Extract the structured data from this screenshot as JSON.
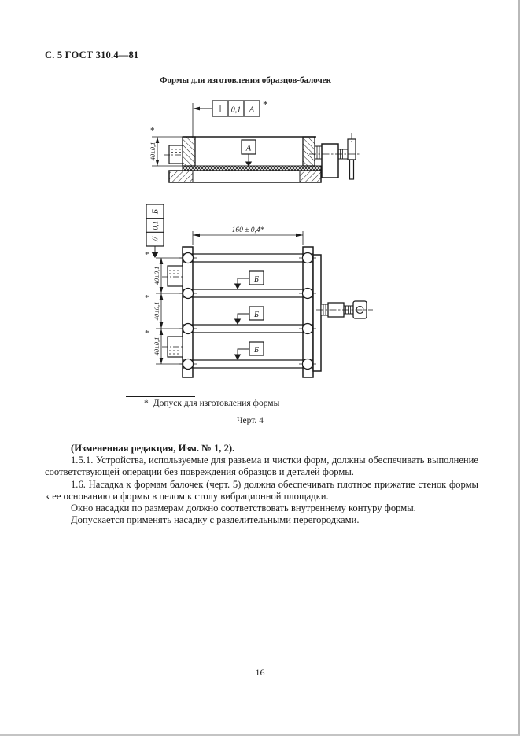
{
  "page": {
    "header": "С. 5 ГОСТ 310.4—81",
    "title": "Формы для изготовления образцов-балочек",
    "page_number": "16",
    "ink_color": "#1b1b1b",
    "paper_color": "#ffffff"
  },
  "figure": {
    "caption": "Черт. 4",
    "footnote_marker": "*",
    "footnote_text": "Допуск для изготовления формы",
    "star": "*",
    "side_view": {
      "tolerance_symbol": "⊥",
      "tolerance_value": "0,1",
      "tolerance_datum": "А",
      "height_dim": "40±0,1",
      "datum_label": "А"
    },
    "top_view": {
      "tolerance_symbol": "//",
      "tolerance_value": "0,1",
      "tolerance_datum": "Б",
      "length_dim": "160 ± 0,4*",
      "height_dim": "40±0,1",
      "datum_label": "Б"
    }
  },
  "body": {
    "amendment": "(Измененная редакция, Изм. № 1, 2).",
    "paragraphs": [
      "1.5.1. Устройства, используемые для разъема и чистки форм, должны обеспечивать выполнение соответствующей операции без повреждения образцов и деталей формы.",
      "1.6. Насадка к формам балочек (черт. 5) должна обеспечивать плотное прижатие стенок формы к ее основанию и формы в целом к столу вибрационной площадки.",
      "Окно насадки по размерам должно соответствовать внутреннему контуру формы.",
      "Допускается применять насадку с разделительными перегородками."
    ]
  }
}
